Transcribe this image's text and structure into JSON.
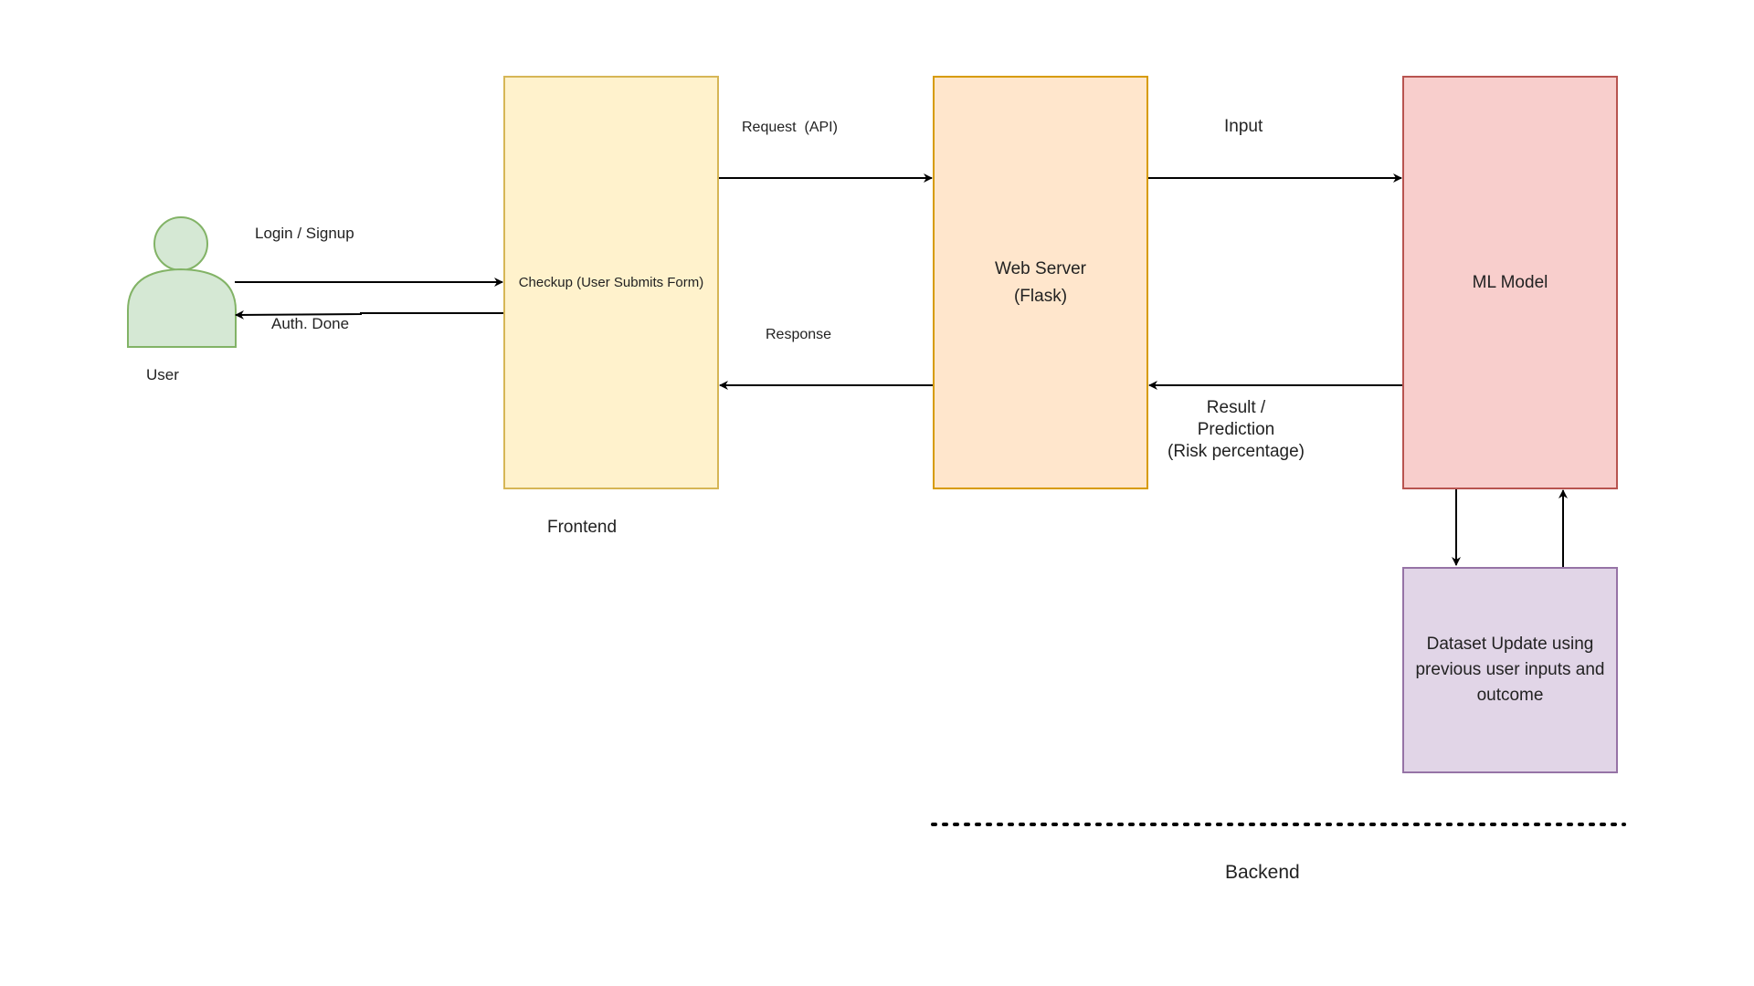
{
  "user": {
    "label": "User"
  },
  "edges": {
    "login": "Login / Signup",
    "auth": "Auth. Done",
    "request": "Request  (API)",
    "response": "Response",
    "input": "Input",
    "result": "Result /\nPrediction\n(Risk percentage)"
  },
  "nodes": {
    "frontend": "Checkup (User Submits Form)",
    "server": "Web Server\n(Flask)",
    "ml": "ML Model",
    "dataset": "Dataset Update using previous user inputs and outcome"
  },
  "groups": {
    "frontend": "Frontend",
    "backend": "Backend"
  },
  "colors": {
    "user_fill": "#d5e8d4",
    "user_stroke": "#82b366",
    "frontend_fill": "#fff2cc",
    "frontend_stroke": "#d6b656",
    "server_fill": "#ffe6cc",
    "server_stroke": "#d79b00",
    "ml_fill": "#f8cecc",
    "ml_stroke": "#b85450",
    "dataset_fill": "#e1d5e7",
    "dataset_stroke": "#9673a6"
  }
}
